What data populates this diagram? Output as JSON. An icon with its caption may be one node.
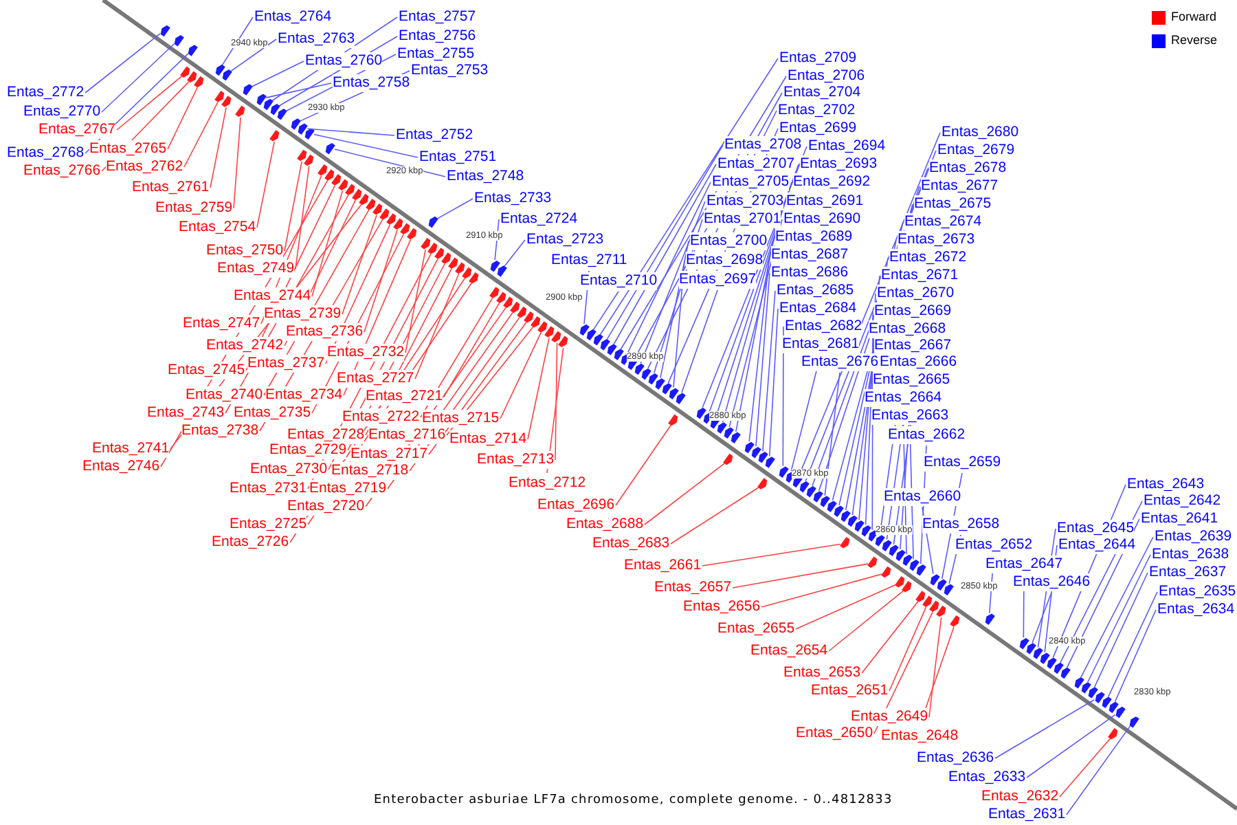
{
  "diagram": {
    "caption": "Enterobacter asburiae LF7a chromosome, complete genome. - 0..4812833",
    "nodes": [
      {
        "text": [
          "Entas_2764"
        ]
      },
      {
        "text": [
          "Entas_2763"
        ]
      },
      {
        "text": [
          "Entas_2760"
        ]
      },
      {
        "text": [
          "Entas_2758"
        ]
      },
      {
        "text": [
          "Entas_2757"
        ]
      },
      {
        "text": [
          "Entas_2756"
        ]
      },
      {
        "text": [
          "Entas_2755"
        ]
      },
      {
        "text": [
          "Entas_2753"
        ]
      },
      {
        "text": [
          "Entas_2752"
        ]
      },
      {
        "text": [
          "Entas_2751"
        ]
      },
      {
        "text": [
          "Entas_2748"
        ]
      },
      {
        "text": [
          "Entas_2772"
        ]
      },
      {
        "text": [
          "Entas_2770"
        ]
      },
      {
        "text": [
          "Entas_2768"
        ]
      },
      {
        "text": [
          "Entas_2767"
        ]
      },
      {
        "text": [
          "Entas_2765"
        ]
      },
      {
        "text": [
          "Entas_2766"
        ]
      },
      {
        "text": [
          "Entas_2762"
        ]
      },
      {
        "text": [
          "Entas_2761"
        ]
      },
      {
        "text": [
          "Entas_2759"
        ]
      },
      {
        "text": [
          "Entas_2754"
        ]
      },
      {
        "text": [
          "Entas_2750"
        ]
      },
      {
        "text": [
          "Entas_2749"
        ]
      },
      {
        "text": [
          "Entas_2744"
        ]
      },
      {
        "text": [
          "Entas_2747"
        ]
      },
      {
        "text": [
          "Entas_2739"
        ]
      },
      {
        "text": [
          "Entas_2736"
        ]
      },
      {
        "text": [
          "Entas_2742"
        ]
      },
      {
        "text": [
          "Entas_2737"
        ]
      },
      {
        "text": [
          "Entas_2732"
        ]
      },
      {
        "text": [
          "Entas_2745"
        ]
      },
      {
        "text": [
          "Entas_2727"
        ]
      },
      {
        "text": [
          "Entas_2740"
        ]
      },
      {
        "text": [
          "Entas_2734"
        ]
      },
      {
        "text": [
          "Entas_2721"
        ]
      },
      {
        "text": [
          "Entas_2743"
        ]
      },
      {
        "text": [
          "Entas_2735"
        ]
      },
      {
        "text": [
          "Entas_2722"
        ]
      },
      {
        "text": [
          "Entas_2715"
        ]
      },
      {
        "text": [
          "Entas_2738"
        ]
      },
      {
        "text": [
          "Entas_2728"
        ]
      },
      {
        "text": [
          "Entas_2716"
        ]
      },
      {
        "text": [
          "Entas_2714"
        ]
      },
      {
        "text": [
          "Entas_2741"
        ]
      },
      {
        "text": [
          "Entas_2729"
        ]
      },
      {
        "text": [
          "Entas_2717"
        ]
      },
      {
        "text": [
          "Entas_2746"
        ]
      },
      {
        "text": [
          "Entas_2730"
        ]
      },
      {
        "text": [
          "Entas_2718"
        ]
      },
      {
        "text": [
          "Entas_2713"
        ]
      },
      {
        "text": [
          "Entas_2731"
        ]
      },
      {
        "text": [
          "Entas_2719"
        ]
      },
      {
        "text": [
          "Entas_2712"
        ]
      },
      {
        "text": [
          "Entas_2720"
        ]
      },
      {
        "text": [
          "Entas_2696"
        ]
      },
      {
        "text": [
          "Entas_2725"
        ]
      },
      {
        "text": [
          "Entas_2688"
        ]
      },
      {
        "text": [
          "Entas_2726"
        ]
      },
      {
        "text": [
          "Entas_2683"
        ]
      },
      {
        "text": [
          "Entas_2733"
        ]
      },
      {
        "text": [
          "Entas_2724"
        ]
      },
      {
        "text": [
          "Entas_2723"
        ]
      },
      {
        "text": [
          "Entas_2711"
        ]
      },
      {
        "text": [
          "Entas_2710"
        ]
      },
      {
        "text": [
          "Entas_2709"
        ]
      },
      {
        "text": [
          "Entas_2706"
        ]
      },
      {
        "text": [
          "Entas_2704"
        ]
      },
      {
        "text": [
          "Entas_2702"
        ]
      },
      {
        "text": [
          "Entas_2699"
        ]
      },
      {
        "text": [
          "Entas_2708"
        ]
      },
      {
        "text": [
          "Entas_2694"
        ]
      },
      {
        "text": [
          "Entas_2707"
        ]
      },
      {
        "text": [
          "Entas_2693"
        ]
      },
      {
        "text": [
          "Entas_2705"
        ]
      },
      {
        "text": [
          "Entas_2692"
        ]
      },
      {
        "text": [
          "Entas_2703"
        ]
      },
      {
        "text": [
          "Entas_2691"
        ]
      },
      {
        "text": [
          "Entas_2701"
        ]
      },
      {
        "text": [
          "Entas_2690"
        ]
      },
      {
        "text": [
          "Entas_2700"
        ]
      },
      {
        "text": [
          "Entas_2689"
        ]
      },
      {
        "text": [
          "Entas_2698"
        ]
      },
      {
        "text": [
          "Entas_2687"
        ]
      },
      {
        "text": [
          "Entas_2697"
        ]
      },
      {
        "text": [
          "Entas_2686"
        ]
      },
      {
        "text": [
          "Entas_2685"
        ]
      },
      {
        "text": [
          "Entas_2684"
        ]
      },
      {
        "text": [
          "Entas_2682"
        ]
      },
      {
        "text": [
          "Entas_2681"
        ]
      },
      {
        "text": [
          "Entas_2676"
        ]
      },
      {
        "text": [
          "Entas_2680"
        ]
      },
      {
        "text": [
          "Entas_2679"
        ]
      },
      {
        "text": [
          "Entas_2678"
        ]
      },
      {
        "text": [
          "Entas_2677"
        ]
      },
      {
        "text": [
          "Entas_2675"
        ]
      },
      {
        "text": [
          "Entas_2674"
        ]
      },
      {
        "text": [
          "Entas_2673"
        ]
      },
      {
        "text": [
          "Entas_2672"
        ]
      },
      {
        "text": [
          "Entas_2671"
        ]
      },
      {
        "text": [
          "Entas_2670"
        ]
      },
      {
        "text": [
          "Entas_2669"
        ]
      },
      {
        "text": [
          "Entas_2668"
        ]
      },
      {
        "text": [
          "Entas_2667"
        ]
      },
      {
        "text": [
          "Entas_2666"
        ]
      },
      {
        "text": [
          "Entas_2665"
        ]
      },
      {
        "text": [
          "Entas_2664"
        ]
      },
      {
        "text": [
          "Entas_2663"
        ]
      },
      {
        "text": [
          "Entas_2662"
        ]
      },
      {
        "text": [
          "Entas_2659"
        ]
      },
      {
        "text": [
          "Entas_2660"
        ]
      },
      {
        "text": [
          "Entas_2658"
        ]
      },
      {
        "text": [
          "Entas_2652"
        ]
      },
      {
        "text": [
          "Entas_2647"
        ]
      },
      {
        "text": [
          "Entas_2646"
        ]
      },
      {
        "text": [
          "Entas_2645"
        ]
      },
      {
        "text": [
          "Entas_2644"
        ]
      },
      {
        "text": [
          "Entas_2643"
        ]
      },
      {
        "text": [
          "Entas_2642"
        ]
      },
      {
        "text": [
          "Entas_2641"
        ]
      },
      {
        "text": [
          "Entas_2639"
        ]
      },
      {
        "text": [
          "Entas_2638"
        ]
      },
      {
        "text": [
          "Entas_2637"
        ]
      },
      {
        "text": [
          "Entas_2635"
        ]
      },
      {
        "text": [
          "Entas_2634"
        ]
      },
      {
        "text": [
          "Entas_2661"
        ]
      },
      {
        "text": [
          "Entas_2657"
        ]
      },
      {
        "text": [
          "Entas_2656"
        ]
      },
      {
        "text": [
          "Entas_2655"
        ]
      },
      {
        "text": [
          "Entas_2654"
        ]
      },
      {
        "text": [
          "Entas_2653"
        ]
      },
      {
        "text": [
          "Entas_2651"
        ]
      },
      {
        "text": [
          "Entas_2649"
        ]
      },
      {
        "text": [
          "Entas_2650"
        ]
      },
      {
        "text": [
          "Entas_2648"
        ]
      },
      {
        "text": [
          "Entas_2636"
        ]
      },
      {
        "text": [
          "Entas_2633"
        ]
      },
      {
        "text": [
          "Entas_2632"
        ]
      },
      {
        "text": [
          "Entas_2631"
        ]
      },
      {
        "text": [],
        "shape": "arrow"
      },
      {
        "text": [],
        "shape": "arrow"
      },
      {
        "text": [],
        "shape": "arrow"
      },
      {
        "text": [],
        "shape": "arrow"
      },
      {
        "text": [],
        "shape": "arrow"
      },
      {
        "text": [],
        "shape": "arrow"
      },
      {
        "text": [],
        "shape": "arrow"
      },
      {
        "text": [],
        "shape": "arrow"
      },
      {
        "text": [],
        "shape": "arrow"
      },
      {
        "text": [],
        "shape": "arrow"
      },
      {
        "text": [],
        "shape": "arrow"
      },
      {
        "text": [],
        "shape": "arrow"
      },
      {
        "text": [],
        "shape": "arrow"
      },
      {
        "text": [],
        "shape": "arrow"
      },
      {
        "text": [],
        "shape": "arrow"
      },
      {
        "text": [],
        "shape": "arrow"
      },
      {
        "text": [],
        "shape": "arrow"
      },
      {
        "text": [],
        "shape": "arrow"
      },
      {
        "text": [],
        "shape": "arrow"
      },
      {
        "text": [],
        "shape": "arrow"
      },
      {
        "text": [],
        "shape": "arrow"
      },
      {
        "text": [],
        "shape": "arrow"
      },
      {
        "text": [],
        "shape": "arrow"
      },
      {
        "text": [],
        "shape": "arrow"
      },
      {
        "text": [],
        "shape": "arrow"
      },
      {
        "text": [],
        "shape": "arrow"
      },
      {
        "text": [],
        "shape": "arrow"
      },
      {
        "text": [],
        "shape": "arrow"
      },
      {
        "text": [],
        "shape": "arrow"
      },
      {
        "text": [],
        "shape": "arrow"
      },
      {
        "text": [],
        "shape": "arrow"
      },
      {
        "text": [],
        "shape": "arrow"
      },
      {
        "text": [],
        "shape": "arrow"
      },
      {
        "text": [],
        "shape": "arrow"
      },
      {
        "text": [],
        "shape": "arrow"
      },
      {
        "text": [],
        "shape": "arrow"
      },
      {
        "text": [],
        "shape": "arrow"
      },
      {
        "text": [],
        "shape": "arrow"
      },
      {
        "text": [],
        "shape": "arrow"
      },
      {
        "text": [],
        "shape": "arrow"
      },
      {
        "text": [],
        "shape": "arrow"
      },
      {
        "text": [],
        "shape": "arrow"
      },
      {
        "text": [],
        "shape": "arrow"
      },
      {
        "text": [],
        "shape": "arrow"
      },
      {
        "text": [],
        "shape": "arrow"
      },
      {
        "text": [],
        "shape": "arrow"
      },
      {
        "text": [],
        "shape": "arrow"
      },
      {
        "text": [],
        "shape": "arrow"
      },
      {
        "text": [],
        "shape": "arrow"
      },
      {
        "text": [],
        "shape": "arrow"
      },
      {
        "text": [],
        "shape": "arrow"
      },
      {
        "text": [],
        "shape": "arrow"
      },
      {
        "text": [],
        "shape": "arrow"
      },
      {
        "text": [],
        "shape": "arrow"
      },
      {
        "text": [],
        "shape": "arrow"
      },
      {
        "text": [],
        "shape": "arrow"
      },
      {
        "text": [],
        "shape": "arrow"
      },
      {
        "text": [],
        "shape": "arrow"
      },
      {
        "text": [],
        "shape": "arrow"
      },
      {
        "text": [],
        "shape": "arrow"
      },
      {
        "text": [],
        "shape": "arrow"
      },
      {
        "text": [],
        "shape": "arrow"
      },
      {
        "text": [],
        "shape": "arrow"
      },
      {
        "text": [],
        "shape": "arrow"
      },
      {
        "text": [],
        "shape": "arrow"
      },
      {
        "text": [],
        "shape": "arrow"
      },
      {
        "text": [],
        "shape": "arrow"
      },
      {
        "text": [],
        "shape": "arrow"
      },
      {
        "text": [],
        "shape": "arrow"
      },
      {
        "text": [],
        "shape": "arrow"
      },
      {
        "text": [],
        "shape": "arrow"
      },
      {
        "text": [],
        "shape": "arrow"
      },
      {
        "text": [],
        "shape": "arrow"
      },
      {
        "text": [],
        "shape": "arrow"
      },
      {
        "text": [],
        "shape": "arrow"
      },
      {
        "text": [],
        "shape": "arrow"
      },
      {
        "text": [],
        "shape": "arrow"
      },
      {
        "text": [],
        "shape": "arrow"
      },
      {
        "text": [],
        "shape": "arrow"
      },
      {
        "text": [],
        "shape": "arrow"
      },
      {
        "text": [],
        "shape": "arrow"
      },
      {
        "text": [],
        "shape": "arrow"
      },
      {
        "text": [],
        "shape": "arrow"
      },
      {
        "text": [],
        "shape": "arrow"
      },
      {
        "text": [],
        "shape": "arrow"
      },
      {
        "text": [],
        "shape": "arrow"
      },
      {
        "text": [],
        "shape": "arrow"
      },
      {
        "text": [],
        "shape": "arrow"
      },
      {
        "text": [],
        "shape": "arrow"
      },
      {
        "text": [],
        "shape": "arrow"
      },
      {
        "text": [],
        "shape": "arrow"
      },
      {
        "text": [],
        "shape": "arrow"
      },
      {
        "text": [],
        "shape": "arrow"
      },
      {
        "text": [],
        "shape": "arrow"
      },
      {
        "text": [],
        "shape": "arrow"
      },
      {
        "text": [],
        "shape": "arrow"
      },
      {
        "text": [],
        "shape": "arrow"
      },
      {
        "text": [],
        "shape": "arrow"
      },
      {
        "text": [],
        "shape": "arrow"
      },
      {
        "text": [],
        "shape": "arrow"
      },
      {
        "text": [],
        "shape": "arrow"
      },
      {
        "text": [],
        "shape": "arrow"
      },
      {
        "text": [],
        "shape": "arrow"
      },
      {
        "text": [],
        "shape": "arrow"
      },
      {
        "text": [],
        "shape": "arrow"
      },
      {
        "text": [],
        "shape": "arrow"
      },
      {
        "text": [],
        "shape": "arrow"
      },
      {
        "text": [],
        "shape": "arrow"
      },
      {
        "text": [],
        "shape": "arrow"
      },
      {
        "text": [],
        "shape": "arrow"
      },
      {
        "text": [],
        "shape": "arrow"
      },
      {
        "text": [],
        "shape": "arrow"
      },
      {
        "text": [],
        "shape": "arrow"
      },
      {
        "text": [],
        "shape": "arrow"
      },
      {
        "text": [],
        "shape": "arrow"
      },
      {
        "text": [],
        "shape": "arrow"
      },
      {
        "text": [],
        "shape": "arrow"
      },
      {
        "text": [],
        "shape": "arrow"
      },
      {
        "text": [],
        "shape": "arrow"
      },
      {
        "text": [],
        "shape": "arrow"
      },
      {
        "text": [],
        "shape": "arrow"
      },
      {
        "text": [],
        "shape": "arrow"
      },
      {
        "text": [],
        "shape": "arrow"
      },
      {
        "text": [],
        "shape": "arrow"
      },
      {
        "text": [],
        "shape": "arrow"
      },
      {
        "text": [],
        "shape": "arrow"
      },
      {
        "text": [],
        "shape": "arrow"
      },
      {
        "text": [],
        "shape": "arrow"
      },
      {
        "text": [],
        "shape": "arrow"
      },
      {
        "text": [],
        "shape": "arrow"
      },
      {
        "text": [],
        "shape": "arrow"
      },
      {
        "text": [],
        "shape": "arrow"
      },
      {
        "text": [],
        "shape": "arrow"
      },
      {
        "text": [],
        "shape": "arrow"
      },
      {
        "text": [],
        "shape": "arrow"
      },
      {
        "text": [],
        "shape": "arrow"
      },
      {
        "text": [],
        "shape": "arrow"
      },
      {
        "text": [],
        "shape": "arrow"
      }
    ],
    "edges": [
      {
        "from": 0,
        "to": 138,
        "arrow": "none"
      },
      {
        "from": 1,
        "to": 139,
        "arrow": "none"
      },
      {
        "from": 2,
        "to": 140,
        "arrow": "none"
      },
      {
        "from": 3,
        "to": 141,
        "arrow": "none"
      },
      {
        "from": 4,
        "to": 142,
        "arrow": "none"
      },
      {
        "from": 5,
        "to": 143,
        "arrow": "none"
      },
      {
        "from": 6,
        "to": 144,
        "arrow": "none"
      },
      {
        "from": 7,
        "to": 145,
        "arrow": "none"
      },
      {
        "from": 8,
        "to": 146,
        "arrow": "none"
      },
      {
        "from": 9,
        "to": 147,
        "arrow": "none"
      },
      {
        "from": 10,
        "to": 148,
        "arrow": "none"
      },
      {
        "from": 11,
        "to": 149,
        "arrow": "none"
      },
      {
        "from": 12,
        "to": 150,
        "arrow": "none"
      },
      {
        "from": 13,
        "to": 151,
        "arrow": "none"
      },
      {
        "from": 14,
        "to": 152,
        "arrow": "none",
        "color": "#ff4040"
      },
      {
        "from": 15,
        "to": 153,
        "arrow": "none",
        "color": "#ff4040"
      },
      {
        "from": 16,
        "to": 154,
        "arrow": "none",
        "color": "#ff4040"
      },
      {
        "from": 17,
        "to": 155,
        "arrow": "none",
        "color": "#ff4040"
      },
      {
        "from": 18,
        "to": 156,
        "arrow": "none",
        "color": "#ff4040"
      },
      {
        "from": 19,
        "to": 157,
        "arrow": "none",
        "color": "#ff4040"
      },
      {
        "from": 20,
        "to": 158,
        "arrow": "none",
        "color": "#ff4040"
      },
      {
        "from": 21,
        "to": 159,
        "arrow": "none",
        "color": "#ff4040"
      },
      {
        "from": 22,
        "to": 160,
        "arrow": "none",
        "color": "#ff4040"
      },
      {
        "from": 23,
        "to": 161,
        "arrow": "none",
        "color": "#ff4040"
      },
      {
        "from": 24,
        "to": 162,
        "arrow": "none",
        "color": "#ff4040"
      },
      {
        "from": 25,
        "to": 163,
        "arrow": "none",
        "color": "#ff4040"
      },
      {
        "from": 26,
        "to": 164,
        "arrow": "none",
        "color": "#ff4040"
      },
      {
        "from": 27,
        "to": 165,
        "arrow": "none",
        "color": "#ff4040"
      },
      {
        "from": 28,
        "to": 166,
        "arrow": "none",
        "color": "#ff4040"
      },
      {
        "from": 29,
        "to": 167,
        "arrow": "none",
        "color": "#ff4040"
      },
      {
        "from": 30,
        "to": 168,
        "arrow": "none",
        "color": "#ff4040"
      },
      {
        "from": 31,
        "to": 169,
        "arrow": "none",
        "color": "#ff4040"
      },
      {
        "from": 32,
        "to": 170,
        "arrow": "none",
        "color": "#ff4040"
      },
      {
        "from": 33,
        "to": 171,
        "arrow": "none",
        "color": "#ff4040"
      },
      {
        "from": 34,
        "to": 172,
        "arrow": "none",
        "color": "#ff4040"
      },
      {
        "from": 35,
        "to": 173,
        "arrow": "none",
        "color": "#ff4040"
      },
      {
        "from": 36,
        "to": 174,
        "arrow": "none",
        "color": "#ff4040"
      },
      {
        "from": 37,
        "to": 175,
        "arrow": "none",
        "color": "#ff4040"
      },
      {
        "from": 38,
        "to": 176,
        "arrow": "none",
        "color": "#ff4040"
      },
      {
        "from": 39,
        "to": 177,
        "arrow": "none",
        "color": "#ff4040"
      },
      {
        "from": 40,
        "to": 178,
        "arrow": "none",
        "color": "#ff4040"
      },
      {
        "from": 41,
        "to": 179,
        "arrow": "none",
        "color": "#ff4040"
      },
      {
        "from": 42,
        "to": 180,
        "arrow": "none",
        "color": "#ff4040"
      },
      {
        "from": 43,
        "to": 181,
        "arrow": "none",
        "color": "#ff4040"
      },
      {
        "from": 44,
        "to": 182,
        "arrow": "none",
        "color": "#ff4040"
      },
      {
        "from": 45,
        "to": 183,
        "arrow": "none",
        "color": "#ff4040"
      },
      {
        "from": 46,
        "to": 184,
        "arrow": "none",
        "color": "#ff4040"
      },
      {
        "from": 47,
        "to": 185,
        "arrow": "none",
        "color": "#ff4040"
      },
      {
        "from": 48,
        "to": 186,
        "arrow": "none",
        "color": "#ff4040"
      },
      {
        "from": 49,
        "to": 187,
        "arrow": "none",
        "color": "#ff4040"
      },
      {
        "from": 50,
        "to": 188,
        "arrow": "none",
        "color": "#ff4040"
      },
      {
        "from": 51,
        "to": 189,
        "arrow": "none",
        "color": "#ff4040"
      },
      {
        "from": 52,
        "to": 190,
        "arrow": "none",
        "color": "#ff4040"
      },
      {
        "from": 53,
        "to": 191,
        "arrow": "none",
        "color": "#ff4040"
      },
      {
        "from": 54,
        "to": 192,
        "arrow": "none",
        "color": "#ff4040"
      },
      {
        "from": 55,
        "to": 193,
        "arrow": "none",
        "color": "#ff4040"
      },
      {
        "from": 56,
        "to": 194,
        "arrow": "none",
        "color": "#ff4040"
      },
      {
        "from": 57,
        "to": 195,
        "arrow": "none",
        "color": "#ff4040"
      },
      {
        "from": 58,
        "to": 196,
        "arrow": "none",
        "color": "#ff4040"
      },
      {
        "from": 59,
        "to": 197,
        "arrow": "none"
      },
      {
        "from": 60,
        "to": 198,
        "arrow": "none"
      },
      {
        "from": 61,
        "to": 199,
        "arrow": "none"
      },
      {
        "from": 62,
        "to": 200,
        "arrow": "none"
      },
      {
        "from": 63,
        "to": 201,
        "arrow": "none"
      },
      {
        "from": 64,
        "to": 202,
        "arrow": "none"
      },
      {
        "from": 65,
        "to": 203,
        "arrow": "none"
      },
      {
        "from": 66,
        "to": 204,
        "arrow": "none"
      },
      {
        "from": 67,
        "to": 205,
        "arrow": "none"
      },
      {
        "from": 68,
        "to": 206,
        "arrow": "none"
      },
      {
        "from": 69,
        "to": 207,
        "arrow": "none"
      },
      {
        "from": 70,
        "to": 208,
        "arrow": "none"
      },
      {
        "from": 71,
        "to": 209,
        "arrow": "none"
      },
      {
        "from": 72,
        "to": 210,
        "arrow": "none"
      },
      {
        "from": 73,
        "to": 211,
        "arrow": "none"
      },
      {
        "from": 74,
        "to": 212,
        "arrow": "none"
      },
      {
        "from": 75,
        "to": 213,
        "arrow": "none"
      },
      {
        "from": 76,
        "to": 214,
        "arrow": "none"
      },
      {
        "from": 77,
        "to": 215,
        "arrow": "none"
      },
      {
        "from": 78,
        "to": 216,
        "arrow": "none"
      },
      {
        "from": 79,
        "to": 217,
        "arrow": "none"
      },
      {
        "from": 80,
        "to": 218,
        "arrow": "none"
      },
      {
        "from": 81,
        "to": 219,
        "arrow": "none"
      },
      {
        "from": 82,
        "to": 220,
        "arrow": "none"
      },
      {
        "from": 83,
        "to": 221,
        "arrow": "none"
      },
      {
        "from": 84,
        "to": 222,
        "arrow": "none"
      },
      {
        "from": 85,
        "to": 223,
        "arrow": "none"
      },
      {
        "from": 86,
        "to": 224,
        "arrow": "none"
      },
      {
        "from": 87,
        "to": 225,
        "arrow": "none"
      },
      {
        "from": 88,
        "to": 226,
        "arrow": "none"
      },
      {
        "from": 89,
        "to": 227,
        "arrow": "none"
      },
      {
        "from": 90,
        "to": 228,
        "arrow": "none"
      },
      {
        "from": 91,
        "to": 229,
        "arrow": "none"
      },
      {
        "from": 92,
        "to": 230,
        "arrow": "none"
      },
      {
        "from": 93,
        "to": 231,
        "arrow": "none"
      },
      {
        "from": 94,
        "to": 232,
        "arrow": "none"
      },
      {
        "from": 95,
        "to": 233,
        "arrow": "none"
      },
      {
        "from": 96,
        "to": 234,
        "arrow": "none"
      },
      {
        "from": 97,
        "to": 235,
        "arrow": "none"
      },
      {
        "from": 98,
        "to": 236,
        "arrow": "none"
      },
      {
        "from": 99,
        "to": 237,
        "arrow": "none"
      },
      {
        "from": 100,
        "to": 238,
        "arrow": "none"
      },
      {
        "from": 101,
        "to": 239,
        "arrow": "none"
      },
      {
        "from": 102,
        "to": 240,
        "arrow": "none"
      },
      {
        "from": 103,
        "to": 241,
        "arrow": "none"
      },
      {
        "from": 104,
        "to": 242,
        "arrow": "none"
      },
      {
        "from": 105,
        "to": 243,
        "arrow": "none"
      },
      {
        "from": 106,
        "to": 244,
        "arrow": "none"
      },
      {
        "from": 107,
        "to": 245,
        "arrow": "none"
      },
      {
        "from": 108,
        "to": 246,
        "arrow": "none"
      },
      {
        "from": 109,
        "to": 247,
        "arrow": "none"
      },
      {
        "from": 110,
        "to": 248,
        "arrow": "none"
      },
      {
        "from": 111,
        "to": 249,
        "arrow": "none"
      },
      {
        "from": 112,
        "to": 250,
        "arrow": "none"
      },
      {
        "from": 113,
        "to": 251,
        "arrow": "none"
      },
      {
        "from": 114,
        "to": 252,
        "arrow": "none"
      },
      {
        "from": 115,
        "to": 253,
        "arrow": "none"
      },
      {
        "from": 116,
        "to": 254,
        "arrow": "none"
      },
      {
        "from": 117,
        "to": 255,
        "arrow": "none"
      },
      {
        "from": 118,
        "to": 256,
        "arrow": "none"
      },
      {
        "from": 119,
        "to": 257,
        "arrow": "none"
      },
      {
        "from": 120,
        "to": 258,
        "arrow": "none"
      },
      {
        "from": 121,
        "to": 259,
        "arrow": "none"
      },
      {
        "from": 122,
        "to": 260,
        "arrow": "none"
      },
      {
        "from": 123,
        "to": 261,
        "arrow": "none"
      },
      {
        "from": 124,
        "to": 262,
        "arrow": "none",
        "color": "#ff4040"
      },
      {
        "from": 125,
        "to": 263,
        "arrow": "none",
        "color": "#ff4040"
      },
      {
        "from": 126,
        "to": 264,
        "arrow": "none",
        "color": "#ff4040"
      },
      {
        "from": 127,
        "to": 265,
        "arrow": "none",
        "color": "#ff4040"
      },
      {
        "from": 128,
        "to": 266,
        "arrow": "none",
        "color": "#ff4040"
      },
      {
        "from": 129,
        "to": 267,
        "arrow": "none",
        "color": "#ff4040"
      },
      {
        "from": 130,
        "to": 268,
        "arrow": "none",
        "color": "#ff4040"
      },
      {
        "from": 131,
        "to": 269,
        "arrow": "none",
        "color": "#ff4040"
      },
      {
        "from": 132,
        "to": 270,
        "arrow": "none",
        "color": "#ff4040"
      },
      {
        "from": 133,
        "to": 271,
        "arrow": "none",
        "color": "#ff4040"
      },
      {
        "from": 134,
        "to": 272,
        "arrow": "none"
      },
      {
        "from": 135,
        "to": 273,
        "arrow": "none"
      },
      {
        "from": 136,
        "to": 274,
        "arrow": "none",
        "color": "#ff4040"
      },
      {
        "from": 137,
        "to": 275,
        "arrow": "none"
      }
    ],
    "labels": [
      "2940 kbp",
      "2930 kbp",
      "2920 kbp",
      "2910 kbp",
      "2900 kbp",
      "2890 kbp",
      "2880 kbp",
      "2870 kbp",
      "2860 kbp",
      "2850 kbp",
      "2840 kbp",
      "2830 kbp"
    ],
    "legend": [
      {
        "text": "Forward",
        "color": "#ff0000"
      },
      {
        "text": "Reverse",
        "color": "#0000ff"
      }
    ]
  }
}
